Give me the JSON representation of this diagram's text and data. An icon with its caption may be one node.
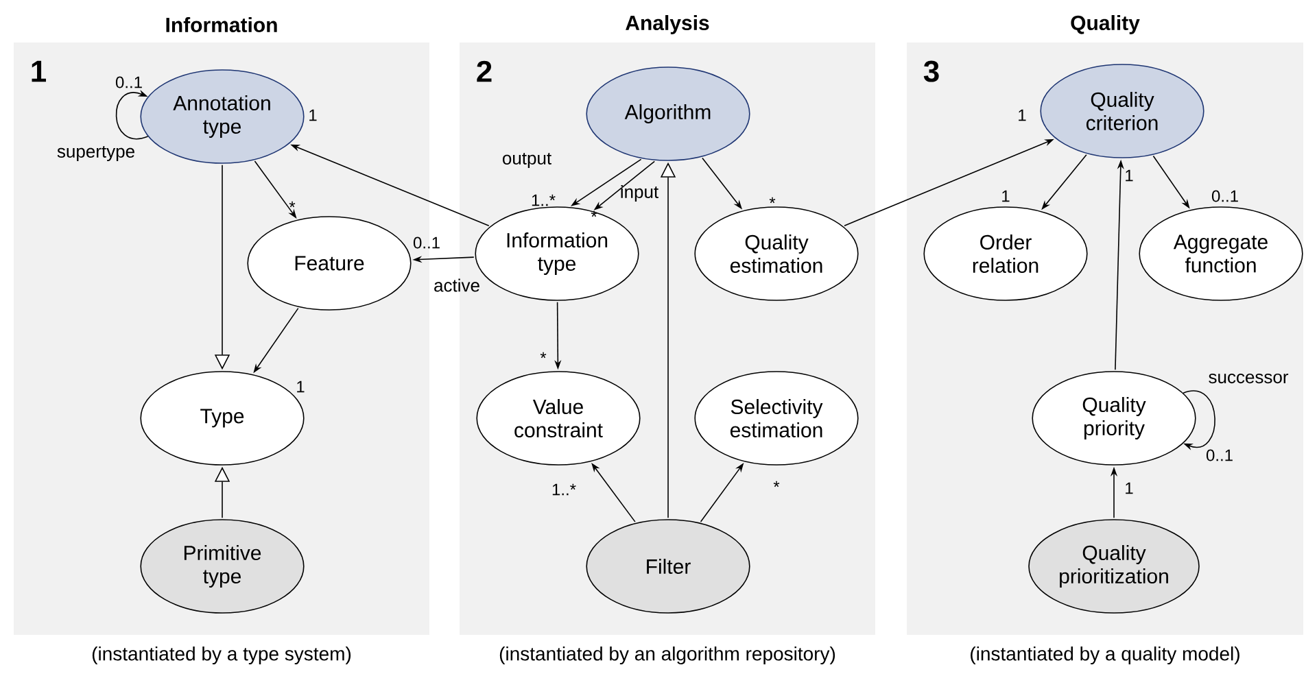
{
  "diagram": {
    "nodes": [
      {
        "text": [
          "Information",
          "1"
        ],
        "beside": [
          "(instantiated by a type system)"
        ]
      },
      {
        "text": [
          "Annotation type"
        ],
        "in": 0
      },
      {
        "text": [
          "Feature"
        ],
        "in": 0
      },
      {
        "text": [
          "Type"
        ],
        "in": 0
      },
      {
        "text": [
          "Primitive type"
        ],
        "in": 0
      },
      {
        "text": [
          "Analysis",
          "2"
        ],
        "beside": [
          "(instantiated by an algorithm repository)"
        ]
      },
      {
        "text": [
          "Algorithm"
        ],
        "in": 5
      },
      {
        "text": [
          "Information type"
        ],
        "in": 5
      },
      {
        "text": [
          "Quality estimation"
        ],
        "in": 5
      },
      {
        "text": [
          "Value constraint"
        ],
        "in": 5
      },
      {
        "text": [
          "Selectivity estimation"
        ],
        "in": 5
      },
      {
        "text": [
          "Filter"
        ],
        "in": 5
      },
      {
        "text": [
          "Quality",
          "3"
        ],
        "beside": [
          "(instantiated by a quality model)"
        ]
      },
      {
        "text": [
          "Quality criterion"
        ],
        "in": 12
      },
      {
        "text": [
          "Order relation"
        ],
        "in": 12
      },
      {
        "text": [
          "Aggregate function"
        ],
        "in": 12
      },
      {
        "text": [
          "Quality priority"
        ],
        "in": 12
      },
      {
        "text": [
          "Quality prioritization"
        ],
        "in": 12
      }
    ],
    "edges": [
      {
        "from": 1,
        "to": 1,
        "arrow": "to",
        "label": "supertype"
      },
      {
        "from": 1,
        "to": 2,
        "arrow": "to"
      },
      {
        "from": 7,
        "to": 1,
        "arrow": "to"
      },
      {
        "from": 7,
        "to": 2,
        "arrow": "to",
        "label": "active"
      },
      {
        "from": 2,
        "to": 3,
        "arrow": "to"
      },
      {
        "from": 1,
        "to": 3,
        "arrow": "to"
      },
      {
        "from": 4,
        "to": 3,
        "arrow": "to"
      },
      {
        "from": 6,
        "to": 7,
        "arrow": "to",
        "label": "output"
      },
      {
        "from": 6,
        "to": 7,
        "arrow": "to",
        "label": "input"
      },
      {
        "from": 6,
        "to": 8,
        "arrow": "to"
      },
      {
        "from": 7,
        "to": 9,
        "arrow": "to"
      },
      {
        "from": 11,
        "to": 6,
        "arrow": "to"
      },
      {
        "from": 11,
        "to": 9,
        "arrow": "to"
      },
      {
        "from": 11,
        "to": 10,
        "arrow": "to"
      },
      {
        "from": 8,
        "to": 13,
        "arrow": "to"
      },
      {
        "from": 13,
        "to": 14,
        "arrow": "to"
      },
      {
        "from": 13,
        "to": 15,
        "arrow": "to"
      },
      {
        "from": 16,
        "to": 13,
        "arrow": "to"
      },
      {
        "from": 16,
        "to": 16,
        "arrow": "to",
        "label": "successor"
      },
      {
        "from": 17,
        "to": 16,
        "arrow": "to"
      }
    ],
    "labels": [
      "0..1",
      "1",
      "*",
      "0..1",
      "1",
      "1..*",
      "*",
      "*",
      "*",
      "1..*",
      "*",
      "1",
      "1",
      "0..1",
      "1",
      "0..1",
      "1"
    ]
  }
}
